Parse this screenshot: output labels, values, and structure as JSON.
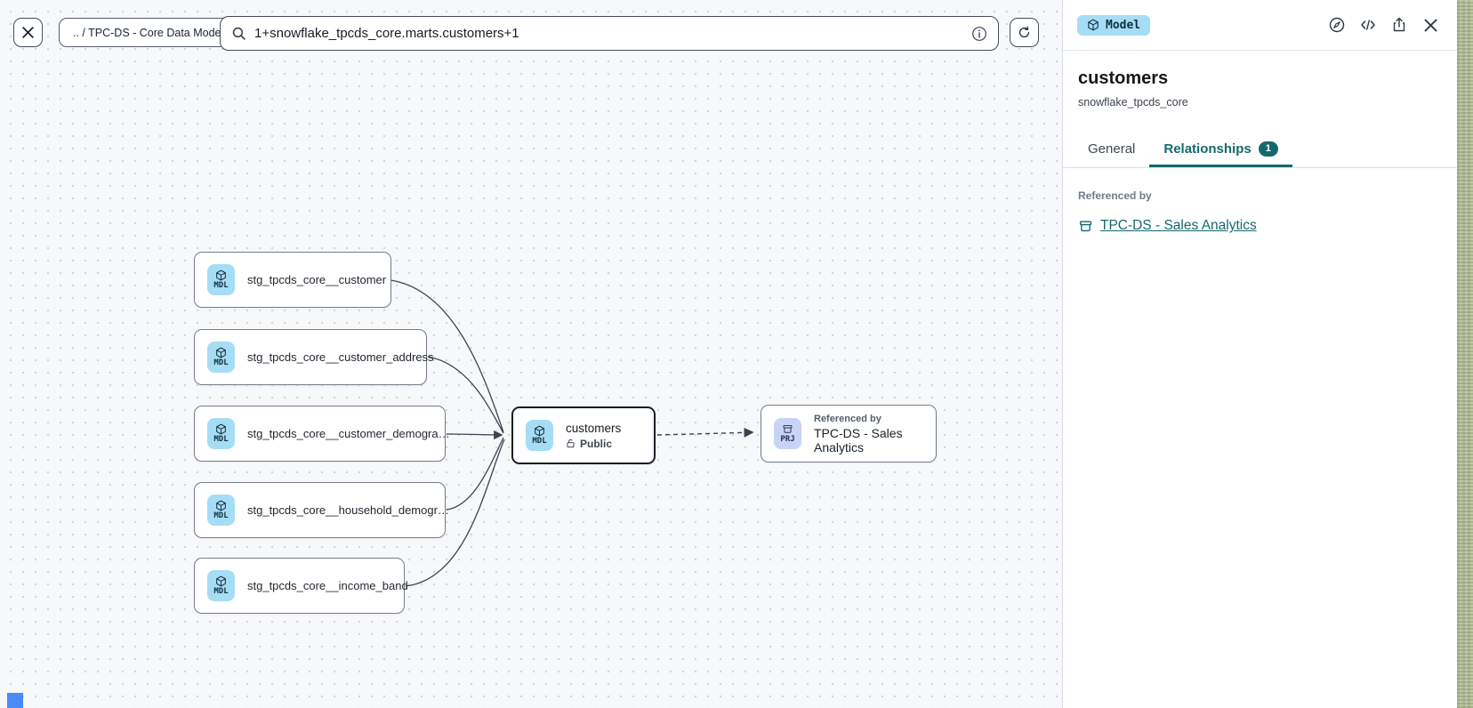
{
  "topbar": {
    "breadcrumb": ".. / TPC-DS - Core Data Models",
    "search_value": "1+snowflake_tpcds_core.marts.customers+1"
  },
  "canvas": {
    "nodes": [
      {
        "badge": "MDL",
        "label": "stg_tpcds_core__customer"
      },
      {
        "badge": "MDL",
        "label": "stg_tpcds_core__customer_address"
      },
      {
        "badge": "MDL",
        "label": "stg_tpcds_core__customer_demogra…"
      },
      {
        "badge": "MDL",
        "label": "stg_tpcds_core__household_demogr…"
      },
      {
        "badge": "MDL",
        "label": "stg_tpcds_core__income_band"
      }
    ],
    "center_node": {
      "badge": "MDL",
      "label": "customers",
      "visibility": "Public"
    },
    "reference_node": {
      "badge": "PRJ",
      "kicker": "Referenced by",
      "label": "TPC-DS - Sales Analytics"
    }
  },
  "panel": {
    "type_badge": "Model",
    "title": "customers",
    "subtitle": "snowflake_tpcds_core",
    "tabs": [
      {
        "label": "General"
      },
      {
        "label": "Relationships",
        "badge": "1"
      }
    ],
    "section_label": "Referenced by",
    "reference_link": "TPC-DS - Sales Analytics"
  },
  "colors": {
    "accent_teal": "#15696D",
    "model_badge_bg": "#A6DDF6",
    "project_badge_bg": "#C8D3F8",
    "node_border": "#767E89",
    "edge_stroke": "#3D4450",
    "canvas_bg": "#F7F8FA",
    "corner_marker_blue": "#4B8AF8"
  }
}
